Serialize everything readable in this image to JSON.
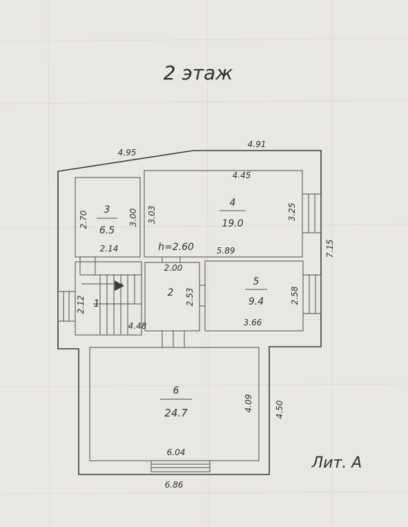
{
  "title": "2 этаж",
  "litera": "Лит. А",
  "outer_dims": {
    "top_left": "4.95",
    "top_right": "4.91",
    "right_side": "7.15",
    "lower_right": "4.50",
    "bottom": "6.86"
  },
  "ceiling_height": "h=2.60",
  "rooms": [
    {
      "number": "3",
      "area": "6.5",
      "dims": [
        "2.70",
        "3.00",
        "2.14"
      ]
    },
    {
      "number": "4",
      "area": "19.0",
      "dims": [
        "4.45",
        "3.03",
        "3.25",
        "5.89"
      ]
    },
    {
      "number": "1",
      "area": "",
      "dims": [
        "2.12",
        "4.48"
      ]
    },
    {
      "number": "2",
      "area": "",
      "dims": [
        "2.00",
        "2.53"
      ]
    },
    {
      "number": "5",
      "area": "9.4",
      "dims": [
        "2.58",
        "3.66"
      ]
    },
    {
      "number": "6",
      "area": "24.7",
      "dims": [
        "4.09",
        "6.04"
      ]
    }
  ]
}
